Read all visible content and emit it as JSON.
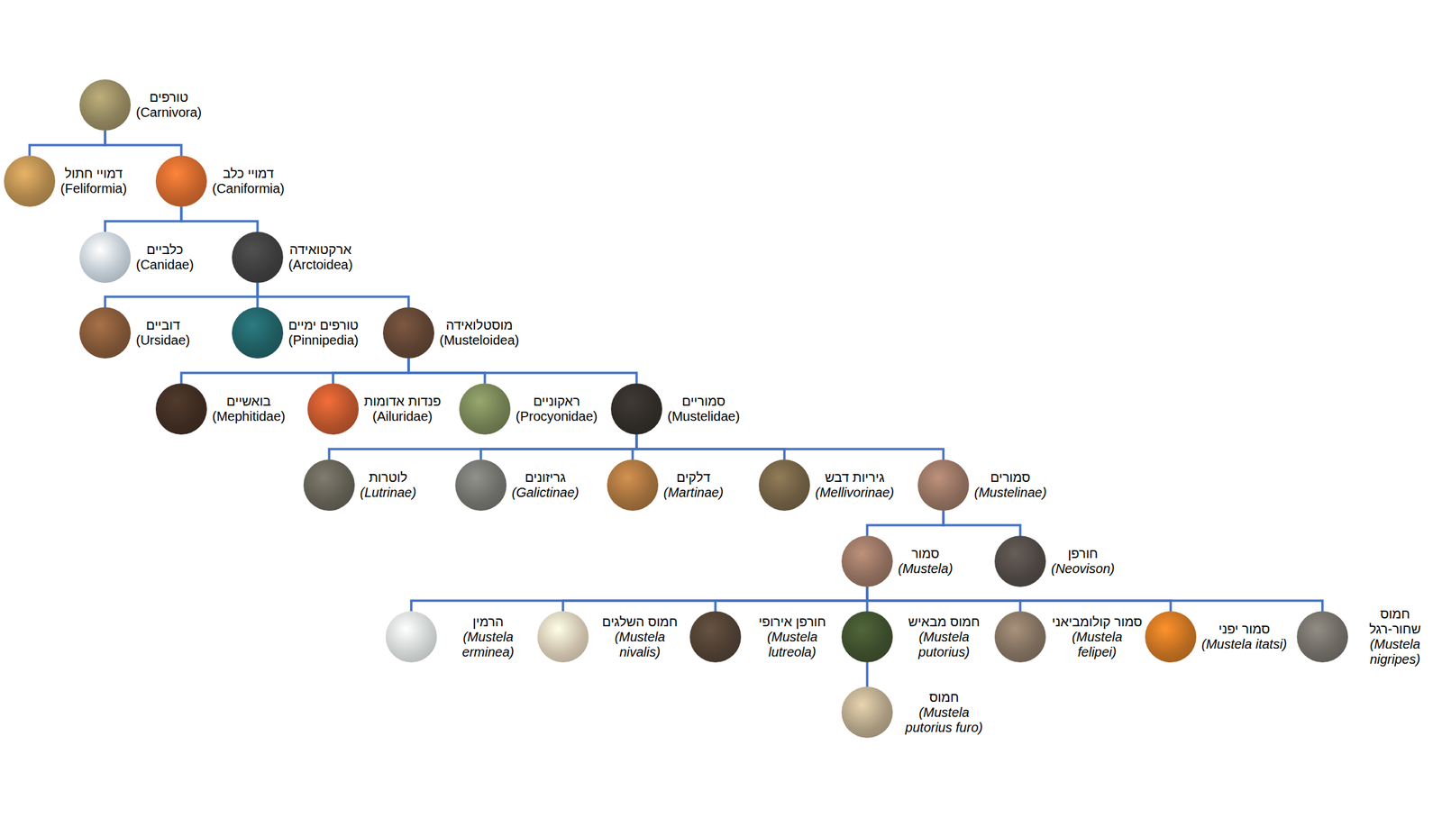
{
  "diagram": {
    "nodes": [
      {
        "text": [
          "טורפים",
          "(Carnivora)"
        ]
      },
      {
        "text": [
          "דמויי חתול",
          "(Feliformia)"
        ]
      },
      {
        "text": [
          "דמויי כלב",
          "(Caniformia)"
        ]
      },
      {
        "text": [
          "כלביים",
          "(Canidae)"
        ]
      },
      {
        "text": [
          "ארקטואידה",
          "(Arctoidea)"
        ]
      },
      {
        "text": [
          "דוביים",
          "(Ursidae)"
        ]
      },
      {
        "text": [
          "טורפים ימיים",
          "(Pinnipedia)"
        ]
      },
      {
        "text": [
          "מוסטלואידה",
          "(Musteloidea)"
        ]
      },
      {
        "text": [
          "בואשיים",
          "(Mephitidae)"
        ]
      },
      {
        "text": [
          "פנדות אדומות",
          "(Ailuridae)"
        ]
      },
      {
        "text": [
          "ראקוניים",
          "(Procyonidae)"
        ]
      },
      {
        "text": [
          "סמוריים",
          "(Mustelidae)"
        ]
      },
      {
        "text": [
          "לוטרות",
          "(Lutrinae)"
        ]
      },
      {
        "text": [
          "גריזונים",
          "(Galictinae)"
        ]
      },
      {
        "text": [
          "דלקים",
          "(Martinae)"
        ]
      },
      {
        "text": [
          "גיריות דבש",
          "(Mellivorinae)"
        ]
      },
      {
        "text": [
          "סמורים",
          "(Mustelinae)"
        ]
      },
      {
        "text": [
          "סמור",
          "(Mustela)"
        ]
      },
      {
        "text": [
          "חורפן",
          "(Neovison)"
        ]
      },
      {
        "text": [
          "הרמין",
          "(Mustela erminea)"
        ]
      },
      {
        "text": [
          "חמוס השלגים",
          "(Mustela nivalis)"
        ]
      },
      {
        "text": [
          "חורפן אירופי",
          "(Mustela lutreola)"
        ]
      },
      {
        "text": [
          "חמוס מבאיש",
          "(Mustela putorius)"
        ]
      },
      {
        "text": [
          "סמור קולומביאני",
          "(Mustela felipei)"
        ]
      },
      {
        "text": [
          "סמור יפני",
          "(Mustela itatsi)"
        ]
      },
      {
        "text": [
          "חמוס שחור-רגל",
          "(Mustela nigripes)"
        ]
      },
      {
        "text": [
          "חמוס",
          "(Mustela putorius furo)"
        ]
      }
    ],
    "edges": [
      {
        "from": 0,
        "to": 1,
        "arrow": "none"
      },
      {
        "from": 0,
        "to": 2,
        "arrow": "none"
      },
      {
        "from": 2,
        "to": 3,
        "arrow": "none"
      },
      {
        "from": 2,
        "to": 4,
        "arrow": "none"
      },
      {
        "from": 4,
        "to": 5,
        "arrow": "none"
      },
      {
        "from": 4,
        "to": 6,
        "arrow": "none"
      },
      {
        "from": 4,
        "to": 7,
        "arrow": "none"
      },
      {
        "from": 7,
        "to": 8,
        "arrow": "none"
      },
      {
        "from": 7,
        "to": 9,
        "arrow": "none"
      },
      {
        "from": 7,
        "to": 10,
        "arrow": "none"
      },
      {
        "from": 7,
        "to": 11,
        "arrow": "none"
      },
      {
        "from": 11,
        "to": 12,
        "arrow": "none"
      },
      {
        "from": 11,
        "to": 13,
        "arrow": "none"
      },
      {
        "from": 11,
        "to": 14,
        "arrow": "none"
      },
      {
        "from": 11,
        "to": 15,
        "arrow": "none"
      },
      {
        "from": 11,
        "to": 16,
        "arrow": "none"
      },
      {
        "from": 16,
        "to": 17,
        "arrow": "none"
      },
      {
        "from": 16,
        "to": 18,
        "arrow": "none"
      },
      {
        "from": 17,
        "to": 19,
        "arrow": "none"
      },
      {
        "from": 17,
        "to": 20,
        "arrow": "none"
      },
      {
        "from": 17,
        "to": 21,
        "arrow": "none"
      },
      {
        "from": 17,
        "to": 22,
        "arrow": "none"
      },
      {
        "from": 17,
        "to": 23,
        "arrow": "none"
      },
      {
        "from": 17,
        "to": 24,
        "arrow": "none"
      },
      {
        "from": 17,
        "to": 25,
        "arrow": "none"
      },
      {
        "from": 22,
        "to": 26,
        "arrow": "none"
      }
    ]
  }
}
